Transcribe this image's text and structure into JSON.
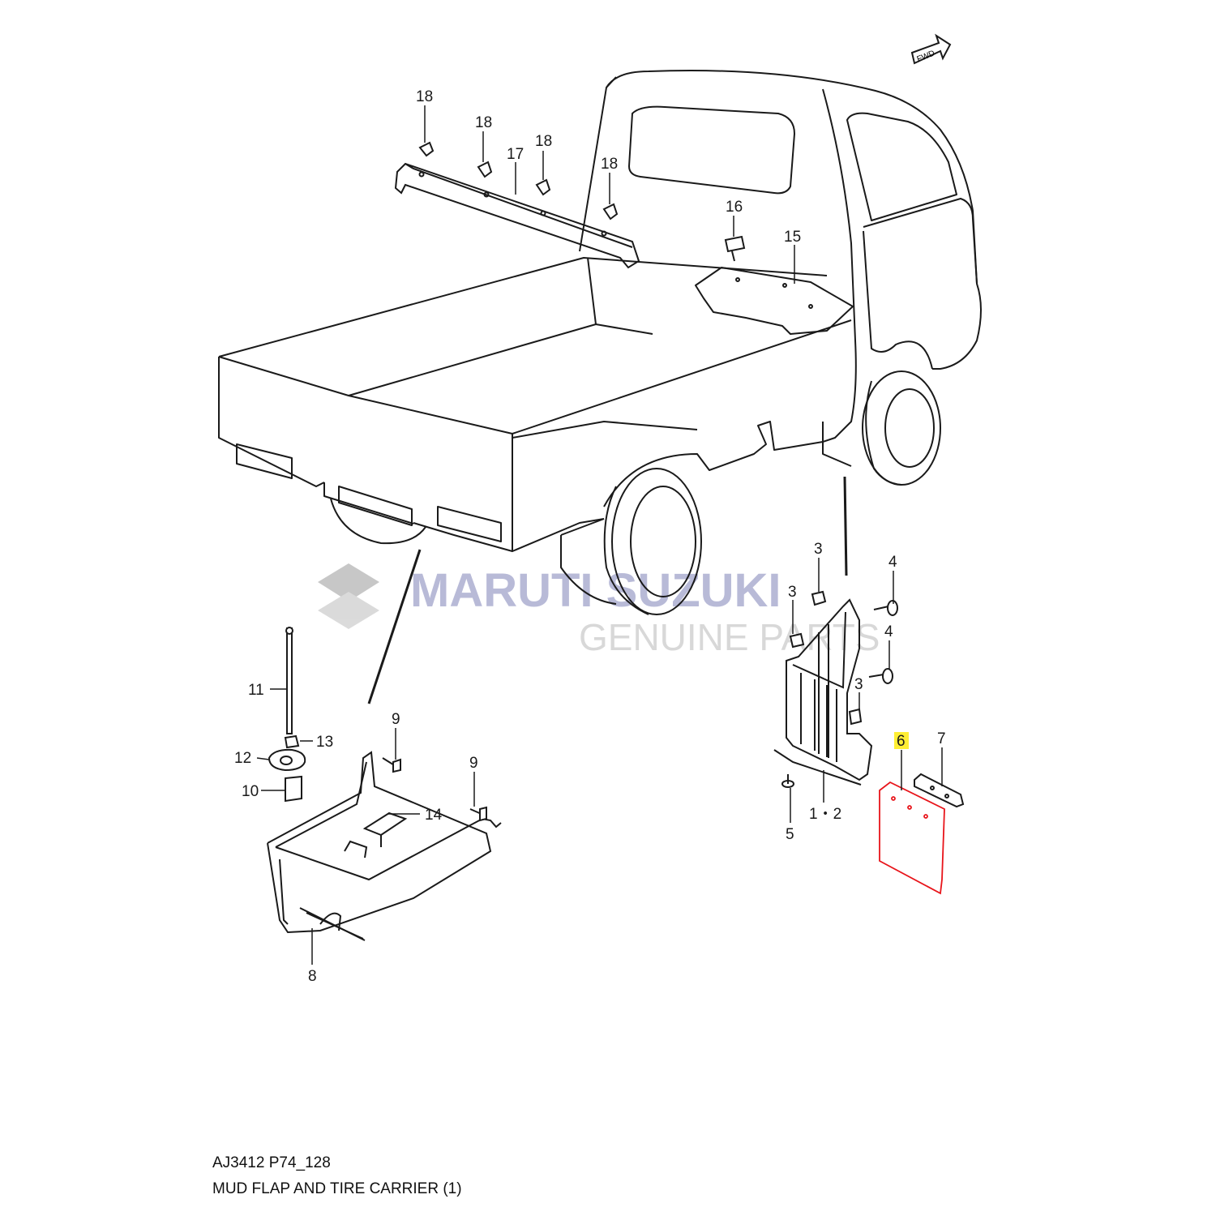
{
  "diagram": {
    "code": "AJ3412 P74_128",
    "title": "MUD FLAP AND TIRE CARRIER (1)",
    "fwd_label": "FWD",
    "highlight_color": "#ffee33",
    "part_outline_color": "#e8141a"
  },
  "watermark": {
    "line1": "MARUTI SUZUKI",
    "line2": "GENUINE PARTS"
  },
  "callouts": [
    {
      "id": "c18a",
      "label": "18"
    },
    {
      "id": "c18b",
      "label": "18"
    },
    {
      "id": "c18c",
      "label": "18"
    },
    {
      "id": "c18d",
      "label": "18"
    },
    {
      "id": "c17",
      "label": "17"
    },
    {
      "id": "c16",
      "label": "16"
    },
    {
      "id": "c15",
      "label": "15"
    },
    {
      "id": "c3a",
      "label": "3"
    },
    {
      "id": "c3b",
      "label": "3"
    },
    {
      "id": "c3c",
      "label": "3"
    },
    {
      "id": "c4a",
      "label": "4"
    },
    {
      "id": "c4b",
      "label": "4"
    },
    {
      "id": "c6",
      "label": "6",
      "highlighted": true
    },
    {
      "id": "c7",
      "label": "7"
    },
    {
      "id": "c12",
      "label": "1・2"
    },
    {
      "id": "c5",
      "label": "5"
    },
    {
      "id": "c11",
      "label": "11"
    },
    {
      "id": "c13",
      "label": "13"
    },
    {
      "id": "c12b",
      "label": "12"
    },
    {
      "id": "c10",
      "label": "10"
    },
    {
      "id": "c9a",
      "label": "9"
    },
    {
      "id": "c9b",
      "label": "9"
    },
    {
      "id": "c14",
      "label": "14"
    },
    {
      "id": "c8",
      "label": "8"
    }
  ]
}
